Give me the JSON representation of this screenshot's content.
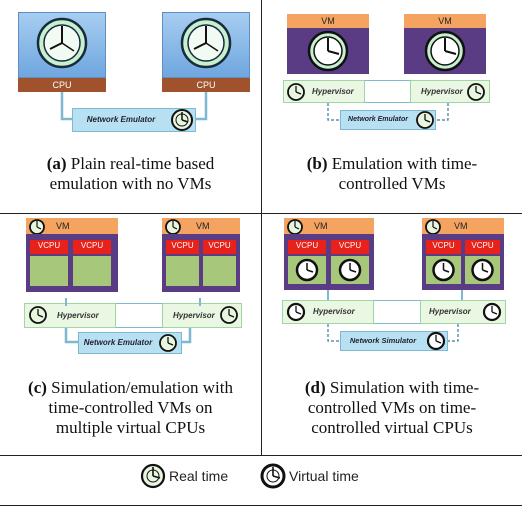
{
  "panels": {
    "a": {
      "letter": "(a)",
      "cpu1": "CPU",
      "cpu2": "CPU",
      "net": "Network Emulator",
      "caption_line1": "Plain real-time based",
      "caption_line2": "emulation with no VMs"
    },
    "b": {
      "letter": "(b)",
      "vm1": "VM",
      "vm2": "VM",
      "hyp1": "Hypervisor",
      "hyp2": "Hypervisor",
      "net": "Network Emulator",
      "caption_line1": "Emulation with time-",
      "caption_line2": "controlled VMs"
    },
    "c": {
      "letter": "(c)",
      "vm1": "VM",
      "vm2": "VM",
      "vcpu": "VCPU",
      "hyp1": "Hypervisor",
      "hyp2": "Hypervisor",
      "net": "Network Emulator",
      "caption_line1": "Simulation/emulation with",
      "caption_line2": "time-controlled VMs on",
      "caption_line3": "multiple virtual CPUs"
    },
    "d": {
      "letter": "(d)",
      "vm1": "VM",
      "vm2": "VM",
      "vcpu": "VCPU",
      "hyp1": "Hypervisor",
      "hyp2": "Hypervisor",
      "net": "Network Simulator",
      "caption_line1": "Simulation with time-",
      "caption_line2": "controlled VMs on time-",
      "caption_line3": "controlled virtual CPUs"
    }
  },
  "legend": {
    "real": "Real time",
    "virtual": "Virtual time"
  },
  "colors": {
    "cpu": "#a0522d",
    "vm": "#f4a460",
    "vcpu": "#e8211b",
    "purple": "#5a3c84",
    "hypervisor": "#e9f7e3",
    "network": "#b7e1f2"
  }
}
